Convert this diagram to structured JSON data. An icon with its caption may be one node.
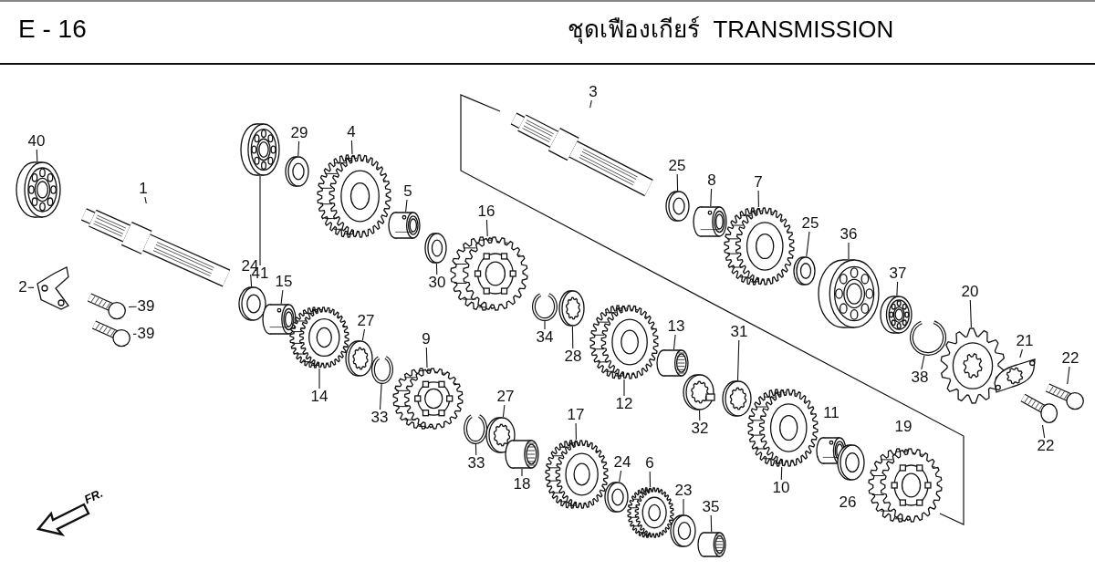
{
  "diagram": {
    "title": "ชุดเฟืองเกียร์  TRANSMISSION",
    "nodes": [
      {
        "text": [
          "40"
        ]
      },
      {
        "text": [],
        "shape": "picture"
      },
      {
        "text": [
          "1"
        ]
      },
      {
        "text": [],
        "shape": "picture"
      },
      {
        "text": [
          "2"
        ]
      },
      {
        "text": [],
        "shape": "picture"
      },
      {
        "text": [
          "39"
        ]
      },
      {
        "text": [],
        "shape": "picture"
      },
      {
        "text": [
          "39"
        ]
      },
      {
        "text": [],
        "shape": "picture"
      },
      {
        "text": [
          "41"
        ]
      },
      {
        "text": [],
        "shape": "picture"
      },
      {
        "text": [
          "29"
        ]
      },
      {
        "text": [],
        "shape": "picture"
      },
      {
        "text": [
          "4"
        ]
      },
      {
        "text": [],
        "shape": "picture"
      },
      {
        "text": [
          "5"
        ]
      },
      {
        "text": [],
        "shape": "picture"
      },
      {
        "text": [
          "24"
        ]
      },
      {
        "text": [],
        "shape": "picture"
      },
      {
        "text": [
          "15"
        ]
      },
      {
        "text": [],
        "shape": "picture"
      },
      {
        "text": [
          "30"
        ]
      },
      {
        "text": [],
        "shape": "picture"
      },
      {
        "text": [
          "16"
        ]
      },
      {
        "text": [],
        "shape": "picture"
      },
      {
        "text": [
          "34"
        ]
      },
      {
        "text": [],
        "shape": "picture"
      },
      {
        "text": [
          "28"
        ]
      },
      {
        "text": [],
        "shape": "picture"
      },
      {
        "text": [
          "27"
        ]
      },
      {
        "text": [],
        "shape": "picture"
      },
      {
        "text": [
          "14"
        ]
      },
      {
        "text": [],
        "shape": "picture"
      },
      {
        "text": [
          "33"
        ]
      },
      {
        "text": [],
        "shape": "picture"
      },
      {
        "text": [
          "9"
        ]
      },
      {
        "text": [],
        "shape": "picture"
      },
      {
        "text": [
          "3"
        ]
      },
      {
        "text": [],
        "shape": "picture"
      },
      {
        "text": [
          "25"
        ]
      },
      {
        "text": [],
        "shape": "picture"
      },
      {
        "text": [
          "8"
        ]
      },
      {
        "text": [],
        "shape": "picture"
      },
      {
        "text": [
          "7"
        ]
      },
      {
        "text": [],
        "shape": "picture"
      },
      {
        "text": [
          "25"
        ]
      },
      {
        "text": [],
        "shape": "picture"
      },
      {
        "text": [
          "36"
        ]
      },
      {
        "text": [],
        "shape": "picture"
      },
      {
        "text": [
          "37"
        ]
      },
      {
        "text": [],
        "shape": "picture"
      },
      {
        "text": [
          "20"
        ]
      },
      {
        "text": [],
        "shape": "picture"
      },
      {
        "text": [
          "38"
        ]
      },
      {
        "text": [],
        "shape": "picture"
      },
      {
        "text": [
          "21"
        ]
      },
      {
        "text": [],
        "shape": "picture"
      },
      {
        "text": [
          "22"
        ]
      },
      {
        "text": [],
        "shape": "picture"
      },
      {
        "text": [
          "22"
        ]
      },
      {
        "text": [],
        "shape": "picture"
      },
      {
        "text": [
          "13"
        ]
      },
      {
        "text": [],
        "shape": "picture"
      },
      {
        "text": [
          "12"
        ]
      },
      {
        "text": [],
        "shape": "picture"
      },
      {
        "text": [
          "32"
        ]
      },
      {
        "text": [],
        "shape": "picture"
      },
      {
        "text": [
          "31"
        ]
      },
      {
        "text": [],
        "shape": "picture"
      },
      {
        "text": [
          "33"
        ]
      },
      {
        "text": [],
        "shape": "picture"
      },
      {
        "text": [
          "27"
        ]
      },
      {
        "text": [],
        "shape": "picture"
      },
      {
        "text": [
          "18"
        ]
      },
      {
        "text": [],
        "shape": "picture"
      },
      {
        "text": [
          "17"
        ]
      },
      {
        "text": [],
        "shape": "picture"
      },
      {
        "text": [
          "24"
        ]
      },
      {
        "text": [],
        "shape": "picture"
      },
      {
        "text": [
          "6"
        ]
      },
      {
        "text": [],
        "shape": "picture"
      },
      {
        "text": [
          "23"
        ]
      },
      {
        "text": [],
        "shape": "picture"
      },
      {
        "text": [
          "35"
        ]
      },
      {
        "text": [],
        "shape": "picture"
      },
      {
        "text": [
          "10"
        ]
      },
      {
        "text": [],
        "shape": "picture"
      },
      {
        "text": [
          "11"
        ]
      },
      {
        "text": [],
        "shape": "picture"
      },
      {
        "text": [
          "26"
        ]
      },
      {
        "text": [],
        "shape": "picture"
      },
      {
        "text": [
          "19"
        ]
      },
      {
        "text": [],
        "shape": "picture"
      }
    ],
    "edges": [
      {
        "from": 0,
        "to": 1,
        "arrow": "none"
      },
      {
        "from": 2,
        "to": 3,
        "arrow": "none"
      },
      {
        "from": 4,
        "to": 5,
        "arrow": "none"
      },
      {
        "from": 6,
        "to": 7,
        "arrow": "none"
      },
      {
        "from": 8,
        "to": 9,
        "arrow": "none"
      },
      {
        "from": 10,
        "to": 11,
        "arrow": "none"
      },
      {
        "from": 12,
        "to": 13,
        "arrow": "none"
      },
      {
        "from": 14,
        "to": 15,
        "arrow": "none"
      },
      {
        "from": 16,
        "to": 17,
        "arrow": "none"
      },
      {
        "from": 18,
        "to": 19,
        "arrow": "none"
      },
      {
        "from": 20,
        "to": 21,
        "arrow": "none"
      },
      {
        "from": 22,
        "to": 23,
        "arrow": "none"
      },
      {
        "from": 24,
        "to": 25,
        "arrow": "none"
      },
      {
        "from": 26,
        "to": 27,
        "arrow": "none"
      },
      {
        "from": 28,
        "to": 29,
        "arrow": "none"
      },
      {
        "from": 30,
        "to": 31,
        "arrow": "none"
      },
      {
        "from": 32,
        "to": 33,
        "arrow": "none"
      },
      {
        "from": 34,
        "to": 35,
        "arrow": "none"
      },
      {
        "from": 36,
        "to": 37,
        "arrow": "none"
      },
      {
        "from": 38,
        "to": 39,
        "arrow": "none"
      },
      {
        "from": 40,
        "to": 41,
        "arrow": "none"
      },
      {
        "from": 42,
        "to": 43,
        "arrow": "none"
      },
      {
        "from": 44,
        "to": 45,
        "arrow": "none"
      },
      {
        "from": 46,
        "to": 47,
        "arrow": "none"
      },
      {
        "from": 48,
        "to": 49,
        "arrow": "none"
      },
      {
        "from": 50,
        "to": 51,
        "arrow": "none"
      },
      {
        "from": 52,
        "to": 53,
        "arrow": "none"
      },
      {
        "from": 54,
        "to": 55,
        "arrow": "none"
      },
      {
        "from": 56,
        "to": 57,
        "arrow": "none"
      },
      {
        "from": 58,
        "to": 59,
        "arrow": "none"
      },
      {
        "from": 60,
        "to": 61,
        "arrow": "none"
      },
      {
        "from": 62,
        "to": 63,
        "arrow": "none"
      },
      {
        "from": 64,
        "to": 65,
        "arrow": "none"
      },
      {
        "from": 66,
        "to": 67,
        "arrow": "none"
      },
      {
        "from": 68,
        "to": 69,
        "arrow": "none"
      },
      {
        "from": 70,
        "to": 71,
        "arrow": "none"
      },
      {
        "from": 72,
        "to": 73,
        "arrow": "none"
      },
      {
        "from": 74,
        "to": 75,
        "arrow": "none"
      },
      {
        "from": 76,
        "to": 77,
        "arrow": "none"
      },
      {
        "from": 78,
        "to": 79,
        "arrow": "none"
      },
      {
        "from": 80,
        "to": 81,
        "arrow": "none"
      },
      {
        "from": 82,
        "to": 83,
        "arrow": "none"
      },
      {
        "from": 84,
        "to": 85,
        "arrow": "none"
      },
      {
        "from": 86,
        "to": 87,
        "arrow": "none"
      }
    ],
    "labels": [
      "E - 16",
      "FR."
    ]
  }
}
